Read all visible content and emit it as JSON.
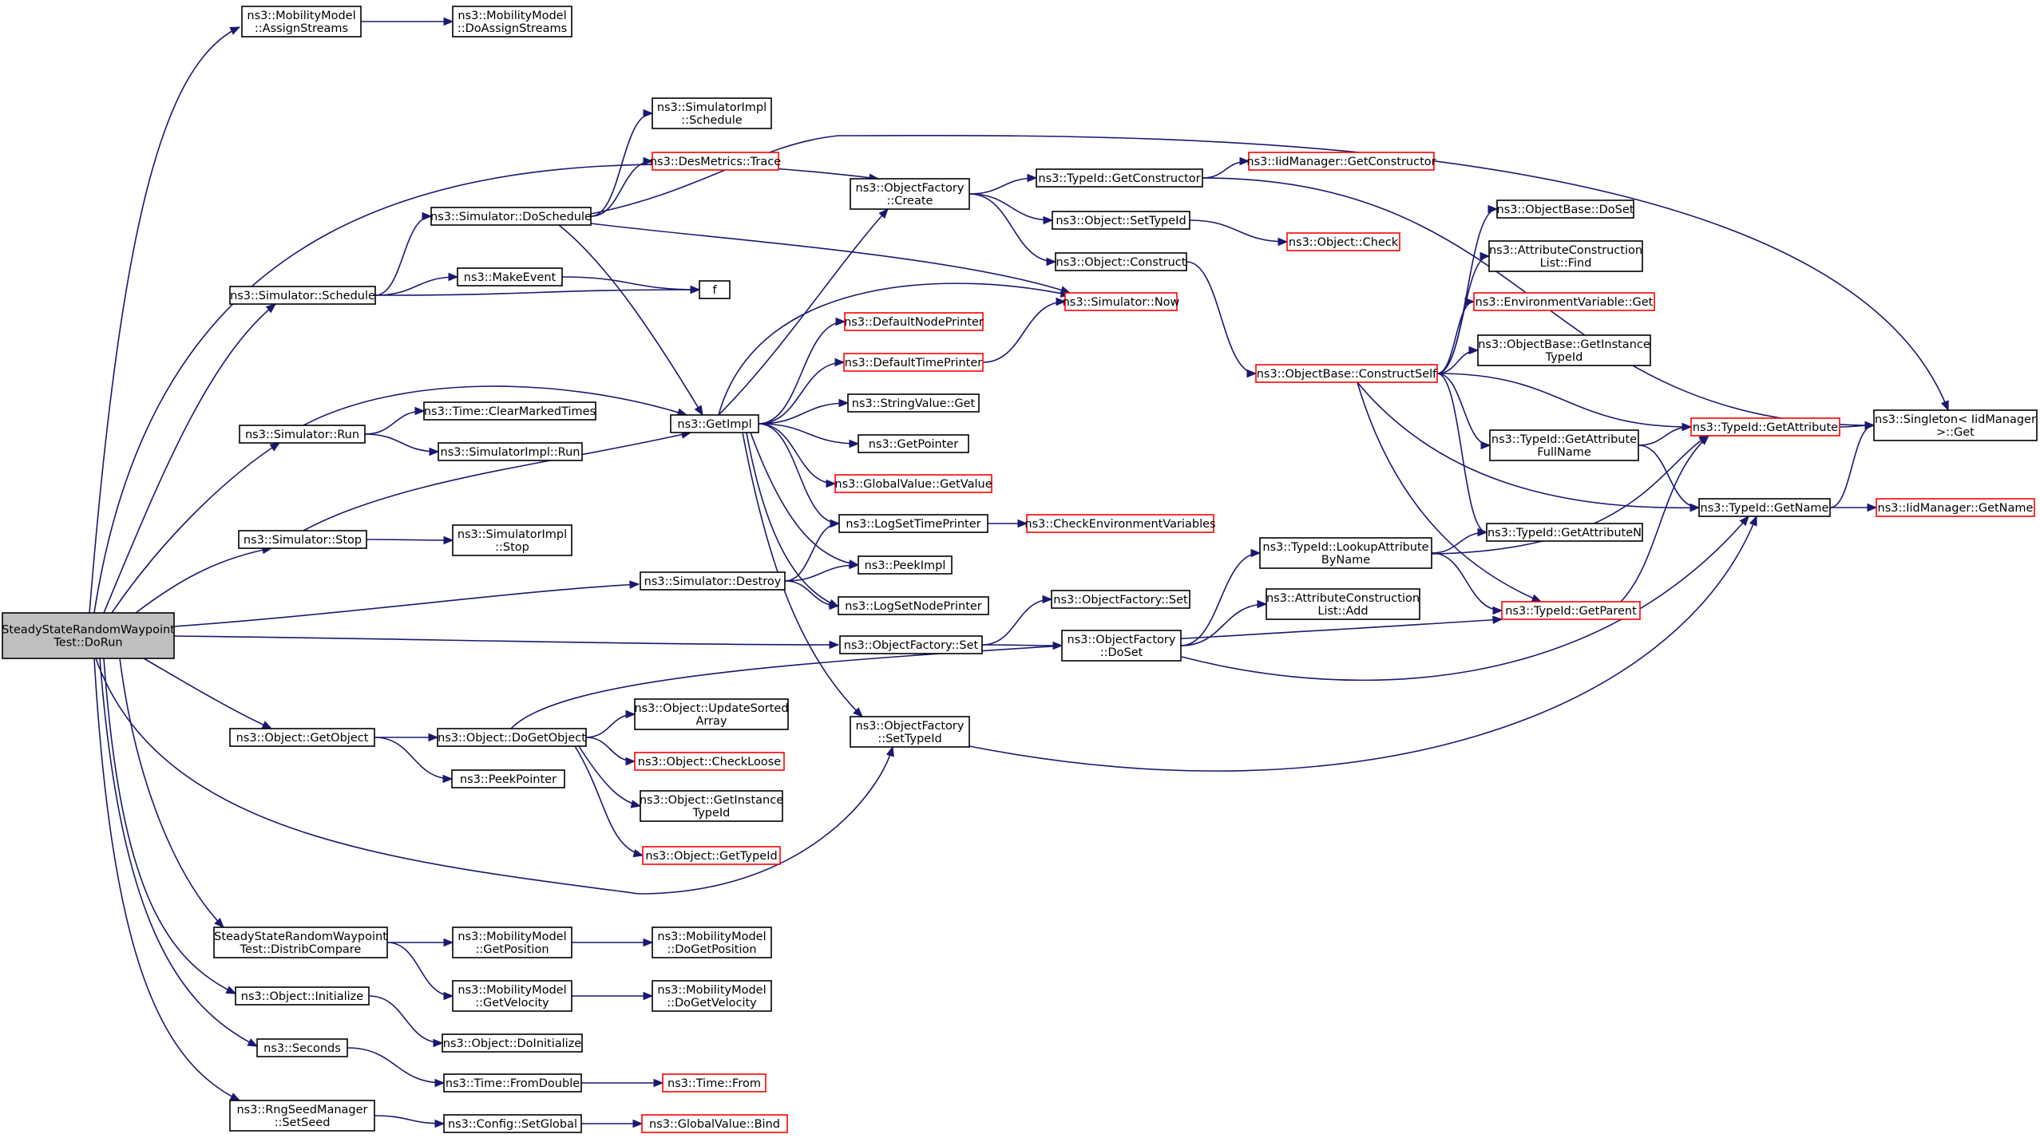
{
  "diagram": {
    "title": "",
    "colors": {
      "edge": "#191970",
      "node_border": "#000000",
      "truncated_border": "#ff0000",
      "root_fill": "#bfbfbf"
    },
    "nodes": [
      {
        "id": "root",
        "lines": [
          "SteadyStateRandomWaypoint",
          "Test::DoRun"
        ],
        "style": "root"
      },
      {
        "id": "mm_assign",
        "lines": [
          "ns3::MobilityModel",
          "::AssignStreams"
        ],
        "style": "normal"
      },
      {
        "id": "mm_doassign",
        "lines": [
          "ns3::MobilityModel",
          "::DoAssignStreams"
        ],
        "style": "normal"
      },
      {
        "id": "si_schedule",
        "lines": [
          "ns3::SimulatorImpl",
          "::Schedule"
        ],
        "style": "normal"
      },
      {
        "id": "desmetrics",
        "lines": [
          "ns3::DesMetrics::Trace"
        ],
        "style": "red"
      },
      {
        "id": "sim_doschedule",
        "lines": [
          "ns3::Simulator::DoSchedule"
        ],
        "style": "normal"
      },
      {
        "id": "of_create",
        "lines": [
          "ns3::ObjectFactory",
          "::Create"
        ],
        "style": "normal"
      },
      {
        "id": "tid_getconstructor",
        "lines": [
          "ns3::TypeId::GetConstructor"
        ],
        "style": "normal"
      },
      {
        "id": "iid_getconstructor",
        "lines": [
          "ns3::IidManager::GetConstructor"
        ],
        "style": "red"
      },
      {
        "id": "obj_settypeid",
        "lines": [
          "ns3::Object::SetTypeId"
        ],
        "style": "normal"
      },
      {
        "id": "obj_check",
        "lines": [
          "ns3::Object::Check"
        ],
        "style": "red"
      },
      {
        "id": "obj_construct",
        "lines": [
          "ns3::Object::Construct"
        ],
        "style": "normal"
      },
      {
        "id": "ob_doset",
        "lines": [
          "ns3::ObjectBase::DoSet"
        ],
        "style": "normal"
      },
      {
        "id": "acl_find",
        "lines": [
          "ns3::AttributeConstruction",
          "List::Find"
        ],
        "style": "normal"
      },
      {
        "id": "envvar_get",
        "lines": [
          "ns3::EnvironmentVariable::Get"
        ],
        "style": "red"
      },
      {
        "id": "ob_getinstancetypeid",
        "lines": [
          "ns3::ObjectBase::GetInstance",
          "TypeId"
        ],
        "style": "normal"
      },
      {
        "id": "ob_constructself",
        "lines": [
          "ns3::ObjectBase::ConstructSelf"
        ],
        "style": "red"
      },
      {
        "id": "tid_getattribute",
        "lines": [
          "ns3::TypeId::GetAttribute"
        ],
        "style": "red"
      },
      {
        "id": "singleton_get",
        "lines": [
          "ns3::Singleton< IidManager",
          ">::Get"
        ],
        "style": "normal"
      },
      {
        "id": "tid_getattributefullname",
        "lines": [
          "ns3::TypeId::GetAttribute",
          "FullName"
        ],
        "style": "normal"
      },
      {
        "id": "tid_getname",
        "lines": [
          "ns3::TypeId::GetName"
        ],
        "style": "normal"
      },
      {
        "id": "iid_getname",
        "lines": [
          "ns3::IidManager::GetName"
        ],
        "style": "red"
      },
      {
        "id": "sim_schedule",
        "lines": [
          "ns3::Simulator::Schedule"
        ],
        "style": "normal"
      },
      {
        "id": "makeevent",
        "lines": [
          "ns3::MakeEvent"
        ],
        "style": "normal"
      },
      {
        "id": "f",
        "lines": [
          "f"
        ],
        "style": "normal"
      },
      {
        "id": "defaultnodeprinter",
        "lines": [
          "ns3::DefaultNodePrinter"
        ],
        "style": "red"
      },
      {
        "id": "defaulttimeprinter",
        "lines": [
          "ns3::DefaultTimePrinter"
        ],
        "style": "red"
      },
      {
        "id": "sim_now",
        "lines": [
          "ns3::Simulator::Now"
        ],
        "style": "red"
      },
      {
        "id": "stringvalue_get",
        "lines": [
          "ns3::StringValue::Get"
        ],
        "style": "normal"
      },
      {
        "id": "getpointer",
        "lines": [
          "ns3::GetPointer"
        ],
        "style": "normal"
      },
      {
        "id": "globalvalue_getvalue",
        "lines": [
          "ns3::GlobalValue::GetValue"
        ],
        "style": "red"
      },
      {
        "id": "sim_run",
        "lines": [
          "ns3::Simulator::Run"
        ],
        "style": "normal"
      },
      {
        "id": "time_clearmarkedtimes",
        "lines": [
          "ns3::Time::ClearMarkedTimes"
        ],
        "style": "normal"
      },
      {
        "id": "getimpl",
        "lines": [
          "ns3::GetImpl"
        ],
        "style": "normal"
      },
      {
        "id": "si_run",
        "lines": [
          "ns3::SimulatorImpl::Run"
        ],
        "style": "normal"
      },
      {
        "id": "logsettimeprinter",
        "lines": [
          "ns3::LogSetTimePrinter"
        ],
        "style": "normal"
      },
      {
        "id": "checkenvvars",
        "lines": [
          "ns3::CheckEnvironmentVariables"
        ],
        "style": "red"
      },
      {
        "id": "sim_stop",
        "lines": [
          "ns3::Simulator::Stop"
        ],
        "style": "normal"
      },
      {
        "id": "si_stop",
        "lines": [
          "ns3::SimulatorImpl",
          "::Stop"
        ],
        "style": "normal"
      },
      {
        "id": "tid_lookupattributebyname",
        "lines": [
          "ns3::TypeId::LookupAttribute",
          "ByName"
        ],
        "style": "normal"
      },
      {
        "id": "tid_getattributen",
        "lines": [
          "ns3::TypeId::GetAttributeN"
        ],
        "style": "normal"
      },
      {
        "id": "peekimpl",
        "lines": [
          "ns3::PeekImpl"
        ],
        "style": "normal"
      },
      {
        "id": "sim_destroy",
        "lines": [
          "ns3::Simulator::Destroy"
        ],
        "style": "normal"
      },
      {
        "id": "acl_add",
        "lines": [
          "ns3::AttributeConstruction",
          "List::Add"
        ],
        "style": "normal"
      },
      {
        "id": "logsetnodeprinter",
        "lines": [
          "ns3::LogSetNodePrinter"
        ],
        "style": "normal"
      },
      {
        "id": "tid_getparent",
        "lines": [
          "ns3::TypeId::GetParent"
        ],
        "style": "red"
      },
      {
        "id": "of_set_a",
        "lines": [
          "ns3::ObjectFactory::Set"
        ],
        "style": "normal"
      },
      {
        "id": "of_set_b",
        "lines": [
          "ns3::ObjectFactory::Set"
        ],
        "style": "normal"
      },
      {
        "id": "of_doset",
        "lines": [
          "ns3::ObjectFactory",
          "::DoSet"
        ],
        "style": "normal"
      },
      {
        "id": "obj_getobject",
        "lines": [
          "ns3::Object::GetObject"
        ],
        "style": "normal"
      },
      {
        "id": "obj_dogetobject",
        "lines": [
          "ns3::Object::DoGetObject"
        ],
        "style": "normal"
      },
      {
        "id": "obj_updatesortedarray",
        "lines": [
          "ns3::Object::UpdateSorted",
          "Array"
        ],
        "style": "normal"
      },
      {
        "id": "of_settypeid",
        "lines": [
          "ns3::ObjectFactory",
          "::SetTypeId"
        ],
        "style": "normal"
      },
      {
        "id": "obj_checkloose",
        "lines": [
          "ns3::Object::CheckLoose"
        ],
        "style": "red"
      },
      {
        "id": "peekpointer",
        "lines": [
          "ns3::PeekPointer"
        ],
        "style": "normal"
      },
      {
        "id": "obj_getinstancetypeid",
        "lines": [
          "ns3::Object::GetInstance",
          "TypeId"
        ],
        "style": "normal"
      },
      {
        "id": "obj_gettypeid",
        "lines": [
          "ns3::Object::GetTypeId"
        ],
        "style": "red"
      },
      {
        "id": "distribcompare",
        "lines": [
          "SteadyStateRandomWaypoint",
          "Test::DistribCompare"
        ],
        "style": "normal"
      },
      {
        "id": "mm_getposition",
        "lines": [
          "ns3::MobilityModel",
          "::GetPosition"
        ],
        "style": "normal"
      },
      {
        "id": "mm_dogetposition",
        "lines": [
          "ns3::MobilityModel",
          "::DoGetPosition"
        ],
        "style": "normal"
      },
      {
        "id": "mm_getvelocity",
        "lines": [
          "ns3::MobilityModel",
          "::GetVelocity"
        ],
        "style": "normal"
      },
      {
        "id": "mm_dogetvelocity",
        "lines": [
          "ns3::MobilityModel",
          "::DoGetVelocity"
        ],
        "style": "normal"
      },
      {
        "id": "obj_initialize",
        "lines": [
          "ns3::Object::Initialize"
        ],
        "style": "normal"
      },
      {
        "id": "obj_doinitialize",
        "lines": [
          "ns3::Object::DoInitialize"
        ],
        "style": "normal"
      },
      {
        "id": "seconds",
        "lines": [
          "ns3::Seconds"
        ],
        "style": "normal"
      },
      {
        "id": "time_fromdouble",
        "lines": [
          "ns3::Time::FromDouble"
        ],
        "style": "normal"
      },
      {
        "id": "time_from",
        "lines": [
          "ns3::Time::From"
        ],
        "style": "red"
      },
      {
        "id": "rng_setseed",
        "lines": [
          "ns3::RngSeedManager",
          "::SetSeed"
        ],
        "style": "normal"
      },
      {
        "id": "config_setglobal",
        "lines": [
          "ns3::Config::SetGlobal"
        ],
        "style": "normal"
      },
      {
        "id": "globalvalue_bind",
        "lines": [
          "ns3::GlobalValue::Bind"
        ],
        "style": "red"
      }
    ],
    "edges": [
      [
        "root",
        "mm_assign"
      ],
      [
        "mm_assign",
        "mm_doassign"
      ],
      [
        "root",
        "of_create"
      ],
      [
        "root",
        "sim_schedule"
      ],
      [
        "root",
        "sim_run"
      ],
      [
        "root",
        "sim_stop"
      ],
      [
        "root",
        "sim_destroy"
      ],
      [
        "root",
        "of_set_a"
      ],
      [
        "root",
        "obj_getobject"
      ],
      [
        "root",
        "of_settypeid"
      ],
      [
        "root",
        "distribcompare"
      ],
      [
        "root",
        "obj_initialize"
      ],
      [
        "root",
        "seconds"
      ],
      [
        "root",
        "rng_setseed"
      ],
      [
        "sim_schedule",
        "sim_doschedule"
      ],
      [
        "sim_schedule",
        "makeevent"
      ],
      [
        "sim_schedule",
        "f"
      ],
      [
        "makeevent",
        "f"
      ],
      [
        "sim_doschedule",
        "si_schedule"
      ],
      [
        "sim_doschedule",
        "desmetrics"
      ],
      [
        "sim_doschedule",
        "singleton_get"
      ],
      [
        "sim_doschedule",
        "sim_now"
      ],
      [
        "sim_doschedule",
        "getimpl"
      ],
      [
        "of_create",
        "tid_getconstructor"
      ],
      [
        "of_create",
        "obj_settypeid"
      ],
      [
        "of_create",
        "obj_construct"
      ],
      [
        "tid_getconstructor",
        "iid_getconstructor"
      ],
      [
        "tid_getconstructor",
        "singleton_get"
      ],
      [
        "obj_settypeid",
        "obj_check"
      ],
      [
        "obj_construct",
        "ob_constructself"
      ],
      [
        "ob_constructself",
        "ob_doset"
      ],
      [
        "ob_constructself",
        "acl_find"
      ],
      [
        "ob_constructself",
        "envvar_get"
      ],
      [
        "ob_constructself",
        "ob_getinstancetypeid"
      ],
      [
        "ob_constructself",
        "tid_getattribute"
      ],
      [
        "ob_constructself",
        "tid_getattributefullname"
      ],
      [
        "ob_constructself",
        "tid_getname"
      ],
      [
        "ob_constructself",
        "tid_getattributen"
      ],
      [
        "ob_constructself",
        "tid_getparent"
      ],
      [
        "tid_getattribute",
        "singleton_get"
      ],
      [
        "tid_getattributefullname",
        "tid_getattribute"
      ],
      [
        "tid_getattributefullname",
        "tid_getname"
      ],
      [
        "tid_getname",
        "singleton_get"
      ],
      [
        "tid_getname",
        "iid_getname"
      ],
      [
        "getimpl",
        "of_create"
      ],
      [
        "getimpl",
        "sim_now"
      ],
      [
        "getimpl",
        "defaultnodeprinter"
      ],
      [
        "getimpl",
        "defaulttimeprinter"
      ],
      [
        "getimpl",
        "stringvalue_get"
      ],
      [
        "getimpl",
        "getpointer"
      ],
      [
        "getimpl",
        "globalvalue_getvalue"
      ],
      [
        "getimpl",
        "logsettimeprinter"
      ],
      [
        "getimpl",
        "peekimpl"
      ],
      [
        "getimpl",
        "logsetnodeprinter"
      ],
      [
        "getimpl",
        "of_settypeid"
      ],
      [
        "defaulttimeprinter",
        "sim_now"
      ],
      [
        "logsettimeprinter",
        "checkenvvars"
      ],
      [
        "sim_run",
        "getimpl"
      ],
      [
        "sim_run",
        "time_clearmarkedtimes"
      ],
      [
        "sim_run",
        "si_run"
      ],
      [
        "sim_stop",
        "getimpl"
      ],
      [
        "sim_stop",
        "si_stop"
      ],
      [
        "sim_destroy",
        "logsettimeprinter"
      ],
      [
        "sim_destroy",
        "peekimpl"
      ],
      [
        "sim_destroy",
        "logsetnodeprinter"
      ],
      [
        "of_set_a",
        "of_set_b"
      ],
      [
        "of_set_a",
        "of_doset"
      ],
      [
        "of_doset",
        "tid_lookupattributebyname"
      ],
      [
        "of_doset",
        "acl_add"
      ],
      [
        "of_doset",
        "tid_getname"
      ],
      [
        "tid_lookupattributebyname",
        "tid_getattributen"
      ],
      [
        "tid_lookupattributebyname",
        "tid_getparent"
      ],
      [
        "tid_lookupattributebyname",
        "tid_getattribute"
      ],
      [
        "tid_getparent",
        "tid_getattribute"
      ],
      [
        "obj_getobject",
        "obj_dogetobject"
      ],
      [
        "obj_getobject",
        "peekpointer"
      ],
      [
        "obj_dogetobject",
        "tid_getparent"
      ],
      [
        "obj_dogetobject",
        "obj_updatesortedarray"
      ],
      [
        "obj_dogetobject",
        "obj_checkloose"
      ],
      [
        "obj_dogetobject",
        "obj_getinstancetypeid"
      ],
      [
        "obj_dogetobject",
        "obj_gettypeid"
      ],
      [
        "of_settypeid",
        "tid_getname"
      ],
      [
        "distribcompare",
        "mm_getposition"
      ],
      [
        "distribcompare",
        "mm_getvelocity"
      ],
      [
        "mm_getposition",
        "mm_dogetposition"
      ],
      [
        "mm_getvelocity",
        "mm_dogetvelocity"
      ],
      [
        "obj_initialize",
        "obj_doinitialize"
      ],
      [
        "seconds",
        "time_fromdouble"
      ],
      [
        "time_fromdouble",
        "time_from"
      ],
      [
        "rng_setseed",
        "config_setglobal"
      ],
      [
        "config_setglobal",
        "globalvalue_bind"
      ]
    ]
  }
}
